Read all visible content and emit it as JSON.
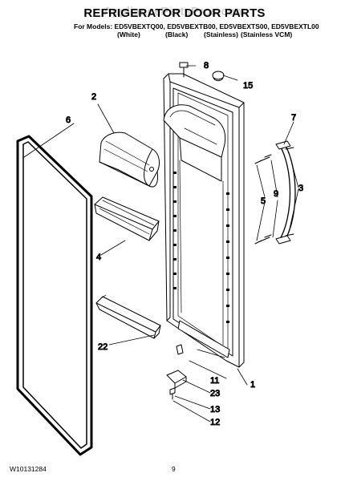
{
  "header": {
    "title": "REFRIGERATOR DOOR PARTS",
    "watermark": "AppliancePartsPros.com",
    "models_line": "For Models: ED5VBEXTQ00, ED5VBEXTB00, ED5VBEXTS00, ED5VBEXTL00",
    "variants": [
      "(White)",
      "(Black)",
      "(Stainless)",
      "(Stainless VCM)"
    ]
  },
  "callouts": {
    "c8": "8",
    "c15": "15",
    "c2": "2",
    "c6": "6",
    "c7": "7",
    "c3": "3",
    "c5": "5",
    "c9": "9",
    "c4": "4",
    "c22": "22",
    "c11": "11",
    "c1": "1",
    "c23": "23",
    "c13": "13",
    "c12": "12"
  },
  "footer": {
    "doc_number": "W10131284",
    "page_number": "9"
  }
}
